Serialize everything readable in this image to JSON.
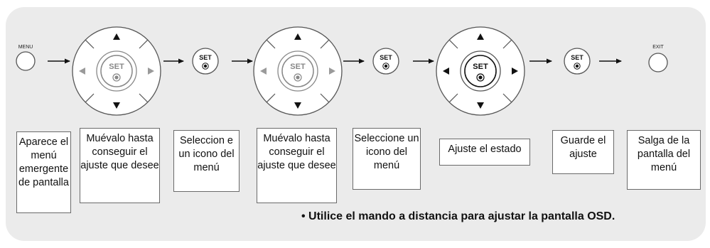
{
  "buttons": {
    "menu_label": "MENU",
    "exit_label": "EXIT",
    "set_label": "SET"
  },
  "steps": [
    "Aparece el menú emergente de pantalla",
    "Muévalo hasta conseguir el ajuste que desee",
    "Seleccion e un icono del menú",
    "Muévalo hasta conseguir el ajuste que desee",
    "Seleccione un icono del menú",
    "Ajuste el estado",
    "Guarde el ajuste",
    "Salga de la pantalla del menú"
  ],
  "footnote": "• Utilice el mando a distancia para ajustar la pantalla OSD.",
  "colors": {
    "panel": "#ebebeb",
    "outline": "#6a6a6a",
    "arrow_active": "#111111",
    "arrow_inactive": "#9a9a9a"
  }
}
